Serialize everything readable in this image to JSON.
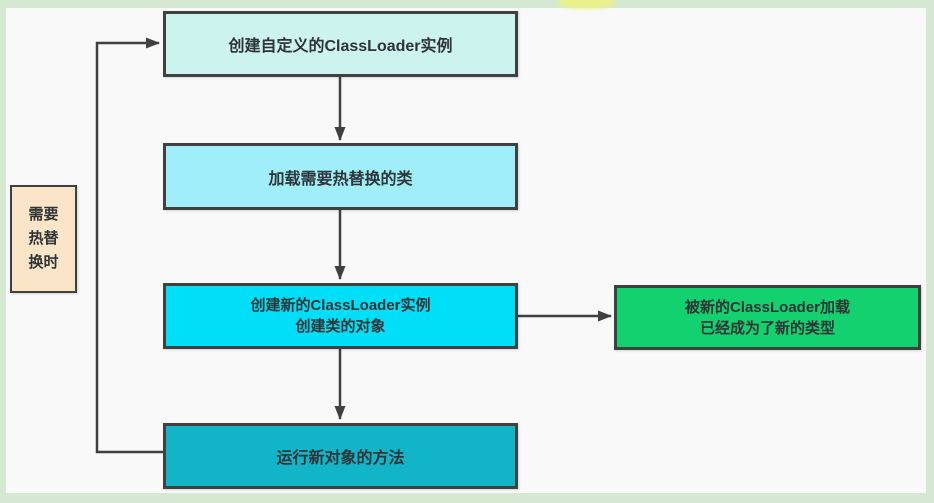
{
  "diagram": {
    "title_semantic": "ClassLoader hot-swap flowchart",
    "frame_color": "#d5e9d2",
    "canvas_color": "#f8f9f8",
    "highlight_color": "#eef27d",
    "nodes": {
      "create_custom_classloader": {
        "label": "创建自定义的ClassLoader实例",
        "bg": "#cdf3ee"
      },
      "load_hot_swap_class": {
        "label": "加载需要热替换的类",
        "bg": "#a0eefa"
      },
      "create_new_classloader": {
        "lines": [
          "创建新的ClassLoader实例",
          "创建类的对象"
        ],
        "bg": "#00dff7"
      },
      "run_new_object_method": {
        "label": "运行新对象的方法",
        "bg": "#12b4c8"
      },
      "loaded_by_new_classloader": {
        "lines": [
          "被新的ClassLoader加载",
          "已经成为了新的类型"
        ],
        "bg": "#12d16e"
      },
      "when_hot_swap_needed": {
        "lines": [
          "需要",
          "热替",
          "换时"
        ],
        "bg": "#fae5c8"
      }
    },
    "connectors": {
      "color": "#3f4040"
    }
  }
}
